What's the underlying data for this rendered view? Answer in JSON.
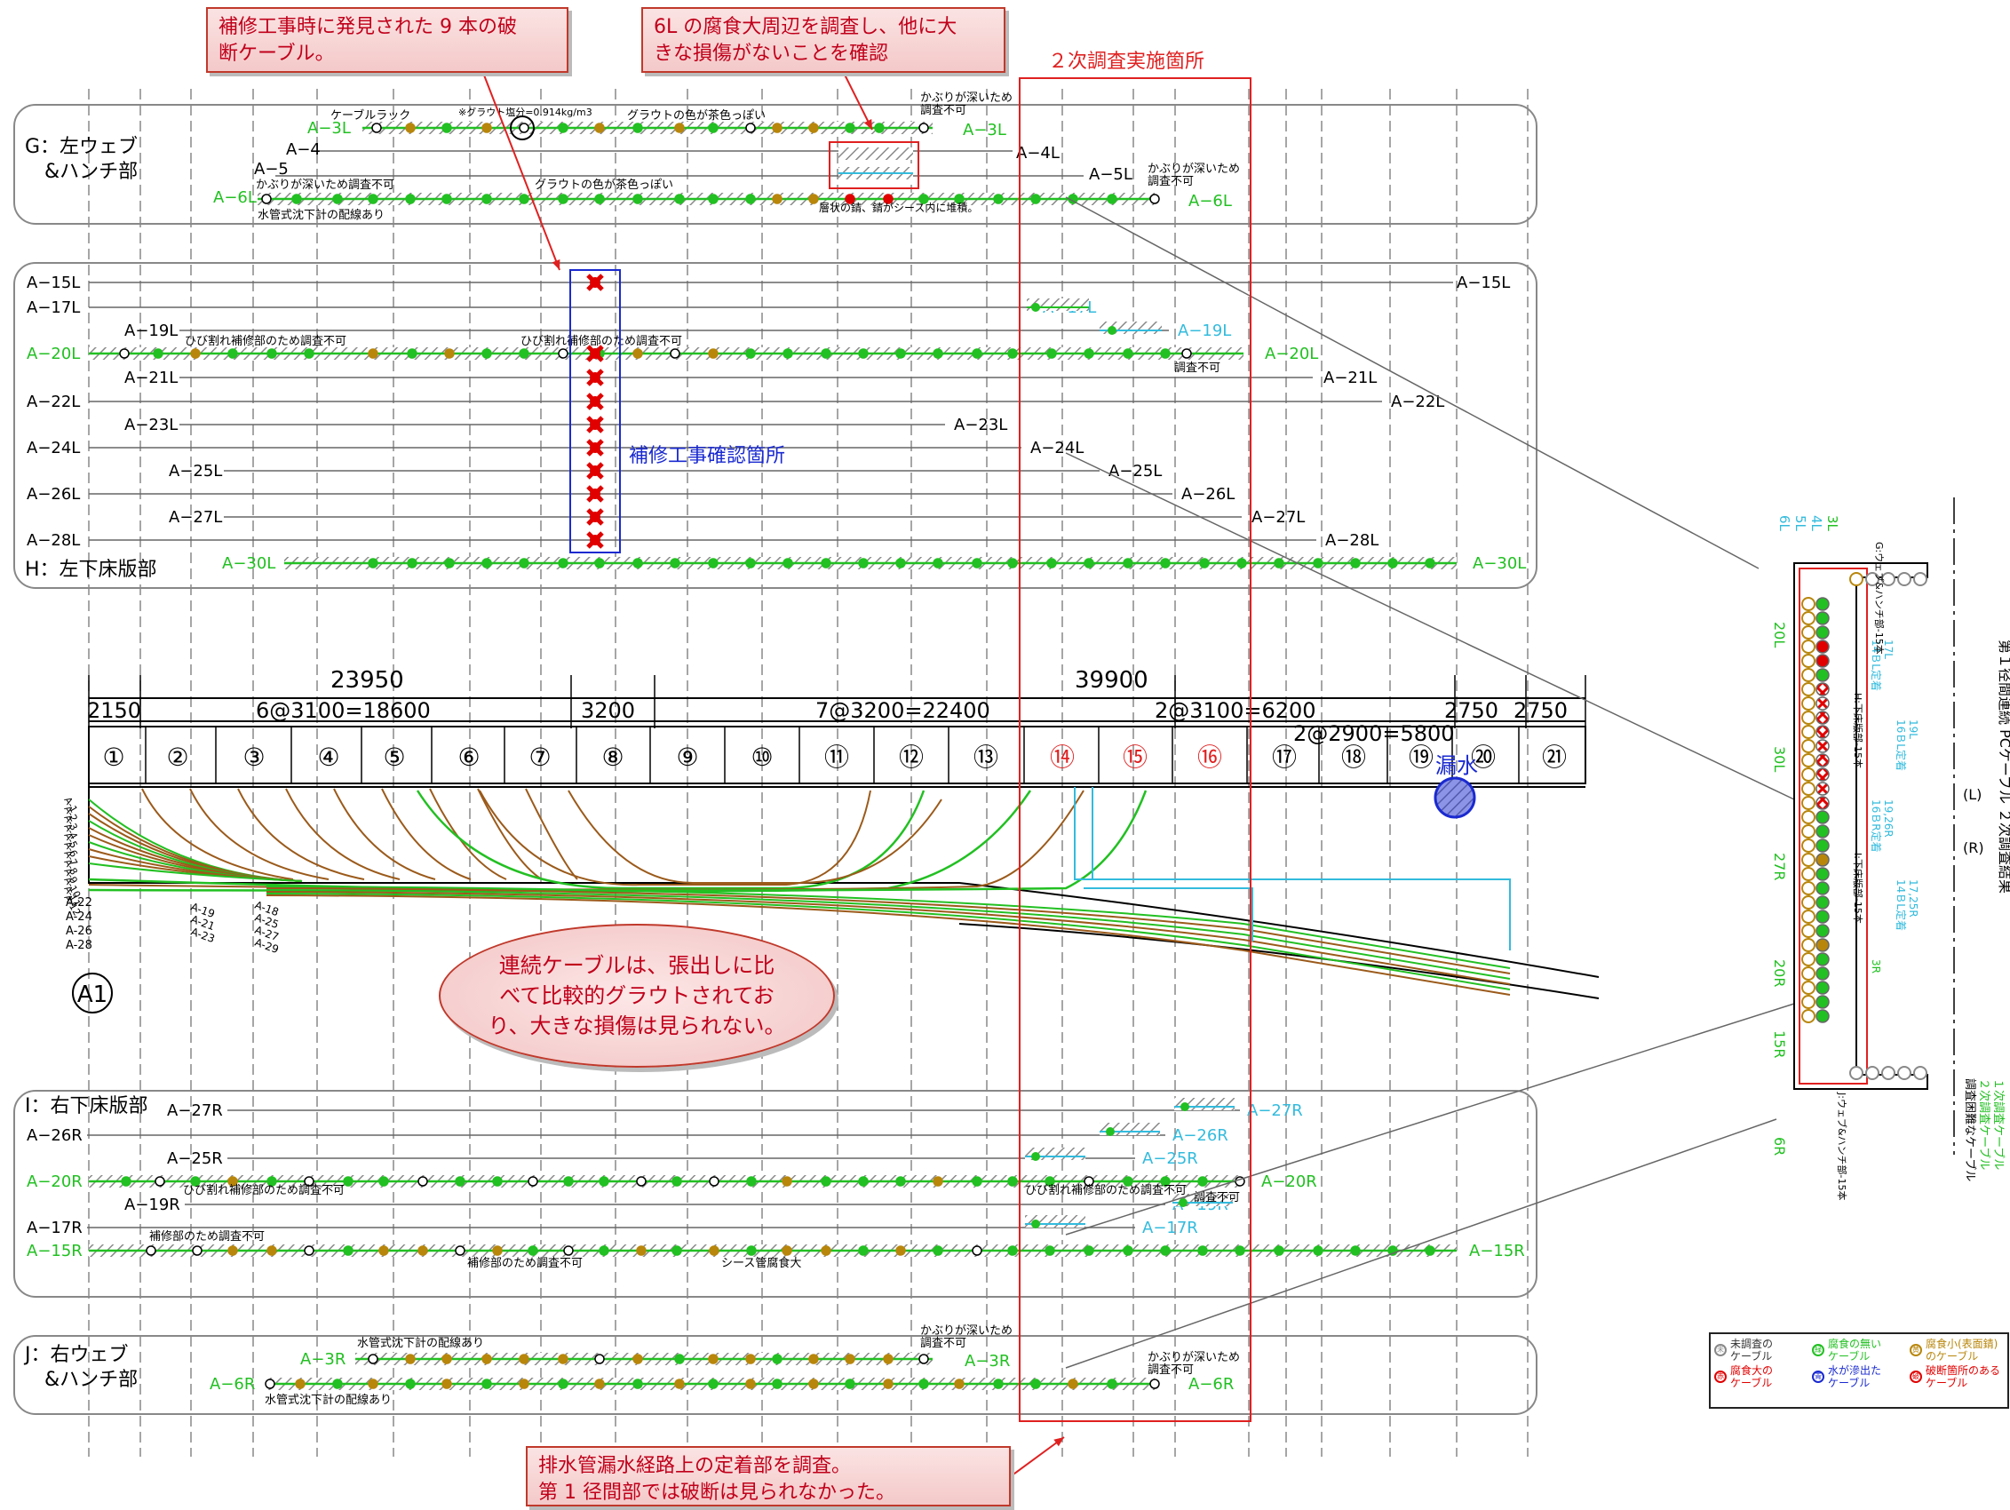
{
  "colors": {
    "sound": "#22c022",
    "minor": "#b8860b",
    "broken": "#e00000",
    "grout": "#8a8a8a",
    "survey": "#e02020",
    "cable": "#9b5a1a",
    "cyan": "#33bbdd",
    "blue": "#1a2ad0"
  },
  "callouts": {
    "broken_cables": "補修工事時に発見された 9 本の破\n断ケーブル。",
    "corrosion_6l": "6L の腐食大周辺を調査し、他に大\nきな損傷がないことを確認",
    "drain": "排水管漏水経路上の定着部を調査。\n第 1 径間部では破断は見られなかった。",
    "continuous": "連続ケーブルは、張出しに比\nべて比較的グラウトされてお\nり、大きな損傷は見られない。"
  },
  "survey_area_label": "２次調査実施箇所",
  "repair_area_label": "補修工事確認箇所",
  "leak_label": "漏水",
  "pier_label": "A1",
  "panels": {
    "G": "G：左ウェブ\n　&ハンチ部",
    "H": "H：左下床版部",
    "I": "I：右下床版部",
    "J": "J：右ウェブ\n　&ハンチ部"
  },
  "dimensions": {
    "total1": "23950",
    "total2": "39900",
    "seg": [
      "2150",
      "6@3100=18600",
      "3200",
      "7@3200=22400",
      "2@3100=6200",
      "2750",
      "2750"
    ],
    "sub": "2@2900=5800"
  },
  "segments": [
    "①",
    "②",
    "③",
    "④",
    "⑤",
    "⑥",
    "⑦",
    "⑧",
    "⑨",
    "⑩",
    "⑪",
    "⑫",
    "⑬",
    "⑭",
    "⑮",
    "⑯",
    "⑰",
    "⑱",
    "⑲",
    "⑳",
    "㉑"
  ],
  "notes": {
    "cable_rack": "ケーブルラック",
    "grout_salt": "※グラウト塩分=0.914kg/m3",
    "grout_brown": "グラウトの色が茶色っぽい",
    "deep_cover": "かぶりが深いため\n調査不可",
    "water_pipe": "水管式沈下計の配線あり",
    "rust": "層状の錆、錆がシース内に堆積。",
    "crack_repair": "ひび割れ補修部のため調査不可",
    "survey_no": "調査不可",
    "repair_no": "補修部のため調査不可",
    "sheath": "シース管腐食大"
  },
  "labels": {
    "g": [
      "A−3L",
      "A−4",
      "A−5",
      "A−6L",
      "A−4L",
      "A−5L",
      "A−3L",
      "A−6L"
    ],
    "h_left": [
      "A−15L",
      "A−17L",
      "A−19L",
      "A−20L",
      "A−21L",
      "A−22L",
      "A−23L",
      "A−24L",
      "A−25L",
      "A−26L",
      "A−27L",
      "A−28L",
      "A−30L"
    ],
    "h_right": [
      "A−15L",
      "A−17L",
      "A−19L",
      "A−20L",
      "A−21L",
      "A−22L",
      "A−23L",
      "A−24L",
      "A−25L",
      "A−26L",
      "A−27L",
      "A−28L",
      "A−30L"
    ],
    "i_left": [
      "A−27R",
      "A−26R",
      "A−25R",
      "A−20R",
      "A−19R",
      "A−17R",
      "A−15R"
    ],
    "i_right": [
      "A−27R",
      "A−26R",
      "A−25R",
      "A−20R",
      "A−19R",
      "A−17R",
      "A−15R"
    ],
    "j": [
      "A−3R",
      "A−6R",
      "A−3R",
      "A−6R"
    ],
    "elev_left": [
      "A-1",
      "A-2",
      "A-3",
      "A-4",
      "A-5",
      "A-6",
      "A-7",
      "A-8",
      "A-9",
      "A-10",
      "A-11",
      "A-12"
    ],
    "elev_bottom": [
      "A-22",
      "A-24",
      "A-26",
      "A-28",
      "A-19",
      "A-21",
      "A-23",
      "A-18",
      "A-25",
      "A-27",
      "A-29"
    ]
  },
  "section": {
    "g_label": "G:ウェブ&ハンチ部-15本",
    "h_label": "H:下床版部-15本",
    "i_label": "I:下床版部-15本",
    "j_label": "J:ウェブ&ハンチ部-15本",
    "l_top": [
      "6L",
      "5L",
      "4L",
      "3L"
    ],
    "left_labels": [
      "20L",
      "30L",
      "27R",
      "20R",
      "15R",
      "6R"
    ],
    "right_labels": [
      "14ＢL定着",
      "17L",
      "16ＢL定着",
      "19L",
      "16ＢR定着",
      "19,26R",
      "14ＢL定着",
      "17,25R",
      "3R"
    ],
    "center_l": "(L)",
    "center_r": "(R)",
    "legend_top": [
      "１次調査ケーブル",
      "２次調査ケーブル",
      "調査困難なケーブル"
    ]
  },
  "vertical_title": "第１径間連続 PCケーブル ２次調査結果",
  "legend": [
    {
      "sym": "未",
      "text": "未調査の\nケーブル",
      "color": "#888888"
    },
    {
      "sym": "緑",
      "text": "腐食の無い\nケーブル",
      "color": "#22c022"
    },
    {
      "sym": "黄",
      "text": "腐食小(表面錆)\nのケーブル",
      "color": "#b8860b"
    },
    {
      "sym": "赤",
      "text": "腐食大の\nケーブル",
      "color": "#e00000"
    },
    {
      "sym": "青",
      "text": "水が滲出た\nケーブル",
      "color": "#1a2ad0"
    },
    {
      "sym": "破",
      "text": "破断箇所のある\nケーブル",
      "color": "#e00000"
    }
  ]
}
